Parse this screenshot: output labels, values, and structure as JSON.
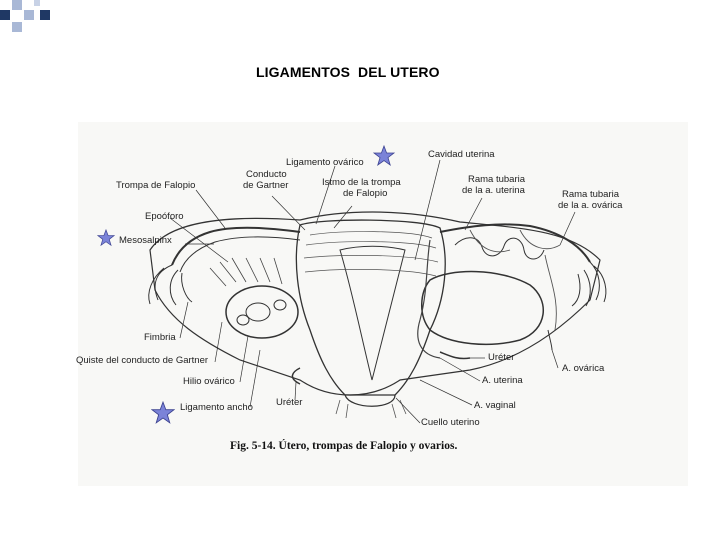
{
  "slide": {
    "title": "LIGAMENTOS  DEL UTERO",
    "accent_dark": "#1f3864",
    "accent_light": "#a9b8d6",
    "star_color": "#7b83d8"
  },
  "figure": {
    "caption": "Fig. 5-14. Útero, trompas de Falopio y ovarios.",
    "labels": {
      "ligamento_ovarico": "Ligamento ovárico",
      "cavidad_uterina": "Cavidad uterina",
      "conducto_gartner_1": "Conducto",
      "conducto_gartner_2": "de Gartner",
      "istmo_1": "Istmo de la trompa",
      "istmo_2": "de Falopio",
      "rama_tubaria_uterina_1": "Rama tubaria",
      "rama_tubaria_uterina_2": "de la a. uterina",
      "rama_tubaria_ovarica_1": "Rama tubaria",
      "rama_tubaria_ovarica_2": "de la a. ovárica",
      "trompa_falopio": "Trompa de Falopio",
      "epooforo": "Epoóforo",
      "mesosalpinx": "Mesosalpinx",
      "fimbria": "Fimbria",
      "quiste_gartner": "Quiste del conducto de Gartner",
      "hilio_ovarico": "Hilio ovárico",
      "ligamento_ancho": "Ligamento ancho",
      "ureter_left": "Uréter",
      "ureter_right": "Uréter",
      "a_uterina": "A. uterina",
      "a_vaginal": "A. vaginal",
      "cuello_uterino": "Cuello uterino",
      "a_ovarica": "A. ovárica"
    }
  }
}
